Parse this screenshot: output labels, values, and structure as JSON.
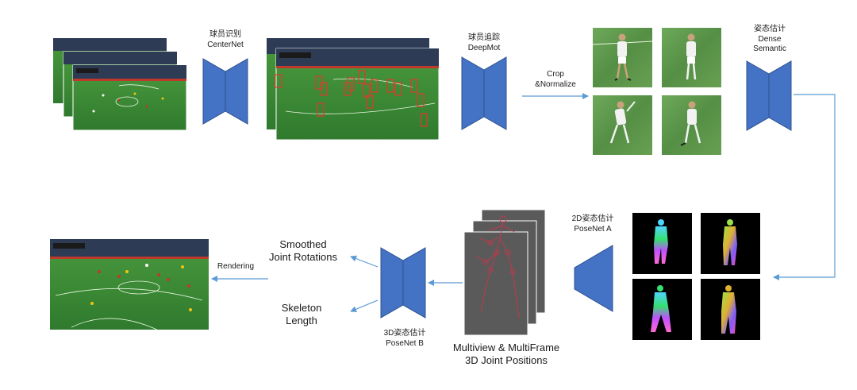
{
  "colors": {
    "network": "#4472c4",
    "network_dark": "#2f528f",
    "arrow": "#5b9bd5",
    "pitch": "#3f8a3a",
    "pitch_light": "#5aa04c",
    "crowd": "#2d3b55",
    "box": "#e03a2a",
    "gray_panel": "#5a5a5a"
  },
  "stages": {
    "player_detection": {
      "title_zh": "球员识别",
      "title_en": "CenterNet",
      "icon": "encoder-decoder-icon"
    },
    "player_tracking": {
      "title_zh": "球员追踪",
      "title_en": "DeepMot",
      "icon": "encoder-decoder-icon"
    },
    "crop": {
      "line1": "Crop",
      "line2": "&Normalize"
    },
    "pose_dense": {
      "title_zh": "姿态估计",
      "line2": "Dense",
      "line3": "Semantic",
      "icon": "encoder-decoder-icon"
    },
    "pose_2d": {
      "title_zh": "2D姿态估计",
      "title_en": "PoseNet A",
      "icon": "encoder-icon"
    },
    "joints3d": {
      "line1": "Multiview  & MultiFrame",
      "line2": "3D Joint Positions"
    },
    "pose_3d": {
      "title_zh": "3D姿态估计",
      "title_en": "PoseNet B",
      "icon": "encoder-decoder-icon"
    },
    "rotations": {
      "line1": "Smoothed",
      "line2": "Joint Rotations"
    },
    "skeleton": {
      "line1": "Skeleton",
      "line2": "Length"
    },
    "rendering": {
      "label": "Rendering"
    }
  }
}
